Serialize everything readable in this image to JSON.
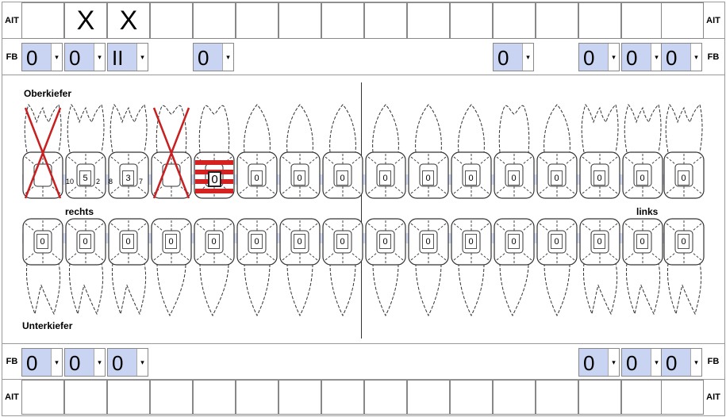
{
  "labels": {
    "ait": "AIT",
    "fb": "FB",
    "upper_jaw": "Oberkiefer",
    "lower_jaw": "Unterkiefer",
    "right": "rechts",
    "left": "links"
  },
  "top_ait_marks": [
    "",
    "X",
    "X",
    "",
    "",
    "",
    "",
    "",
    "",
    "",
    "",
    "",
    "",
    "",
    "",
    ""
  ],
  "top_fb": [
    {
      "col": 0,
      "value": "0"
    },
    {
      "col": 1,
      "value": "0"
    },
    {
      "col": 2,
      "value": "II"
    },
    {
      "col": 4,
      "value": "0"
    },
    {
      "col": 11,
      "value": "0"
    },
    {
      "col": 13,
      "value": "0"
    },
    {
      "col": 14,
      "value": "0"
    },
    {
      "col": 15,
      "value": "0"
    }
  ],
  "bottom_fb": [
    {
      "col": 0,
      "value": "0"
    },
    {
      "col": 1,
      "value": "0"
    },
    {
      "col": 2,
      "value": "0"
    },
    {
      "col": 13,
      "value": "0"
    },
    {
      "col": 14,
      "value": "0"
    },
    {
      "col": 15,
      "value": "0"
    }
  ],
  "dropdown_arrow": "▾",
  "upper_teeth": [
    {
      "status": "missing",
      "value": ""
    },
    {
      "status": "measured",
      "value": "5",
      "left": "10",
      "right": "2"
    },
    {
      "status": "measured",
      "value": "3",
      "left": "8",
      "right": "7"
    },
    {
      "status": "missing",
      "value": ""
    },
    {
      "status": "crown",
      "value": "0"
    },
    {
      "status": "normal",
      "value": "0"
    },
    {
      "status": "normal",
      "value": "0"
    },
    {
      "status": "normal",
      "value": "0"
    },
    {
      "status": "normal",
      "value": "0"
    },
    {
      "status": "normal",
      "value": "0"
    },
    {
      "status": "normal",
      "value": "0"
    },
    {
      "status": "normal",
      "value": "0"
    },
    {
      "status": "normal",
      "value": "0"
    },
    {
      "status": "normal",
      "value": "0"
    },
    {
      "status": "normal",
      "value": "0"
    },
    {
      "status": "normal",
      "value": "0"
    }
  ],
  "lower_teeth": [
    "0",
    "0",
    "0",
    "0",
    "0",
    "0",
    "0",
    "0",
    "0",
    "0",
    "0",
    "0",
    "0",
    "0",
    "0",
    "0"
  ],
  "colors": {
    "fb_background": "#c8d4f2",
    "band": "#d6def8",
    "missing_mark": "#c82020",
    "crown_stripes": "#d42222"
  }
}
